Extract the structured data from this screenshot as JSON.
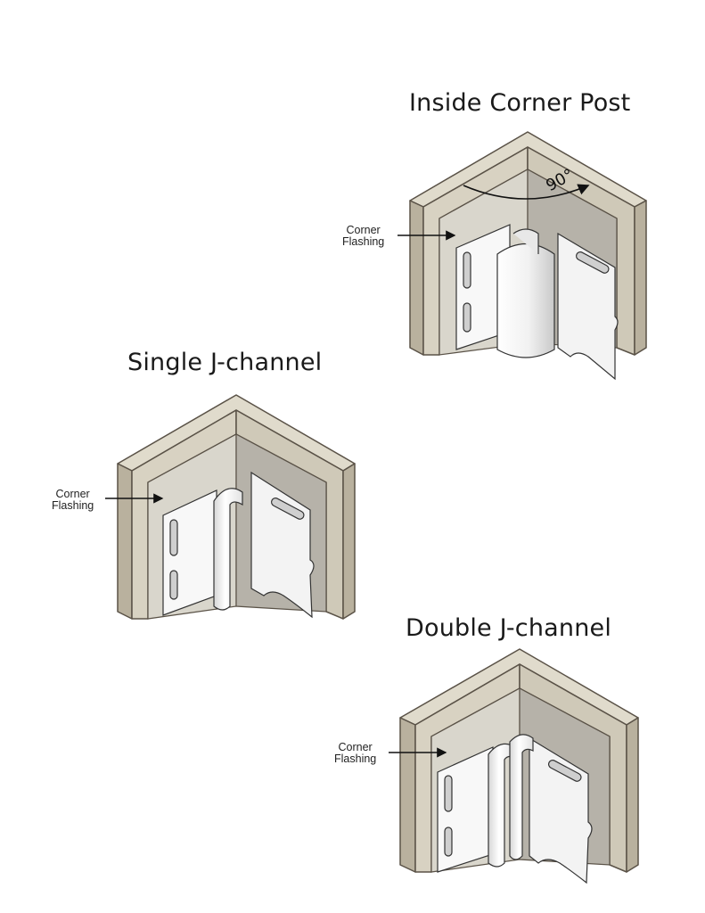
{
  "diagrams": [
    {
      "title": "Inside Corner Post",
      "callout": {
        "line1": "Corner",
        "line2": "Flashing"
      },
      "angle_label": "90°"
    },
    {
      "title": "Single J-channel",
      "callout": {
        "line1": "Corner",
        "line2": "Flashing"
      }
    },
    {
      "title": "Double J-channel",
      "callout": {
        "line1": "Corner",
        "line2": "Flashing"
      }
    }
  ],
  "colors": {
    "frame_front": "#d9d4c5",
    "frame_side": "#bfb7a4",
    "frame_outline": "#5a5247",
    "wall_left": "#d8d5cb",
    "wall_right": "#b7b3aa",
    "trim_white": "#f7f7f7",
    "line": "#333333"
  }
}
